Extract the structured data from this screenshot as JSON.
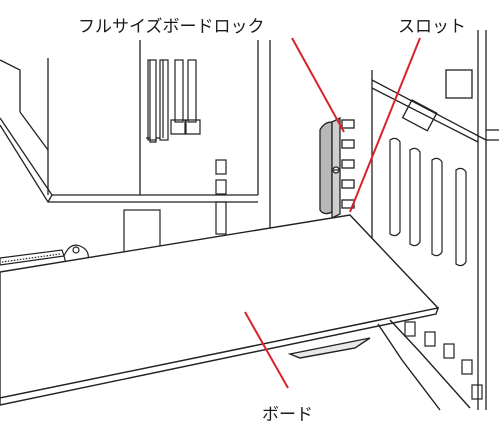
{
  "labels": {
    "full_size_board_lock": "フルサイズボードロック",
    "slot": "スロット",
    "board": "ボード"
  },
  "colors": {
    "leader_line": "#d9232a",
    "outline": "#222222",
    "lock_fill": "#b8b8b8",
    "board_fill": "#ffffff"
  }
}
